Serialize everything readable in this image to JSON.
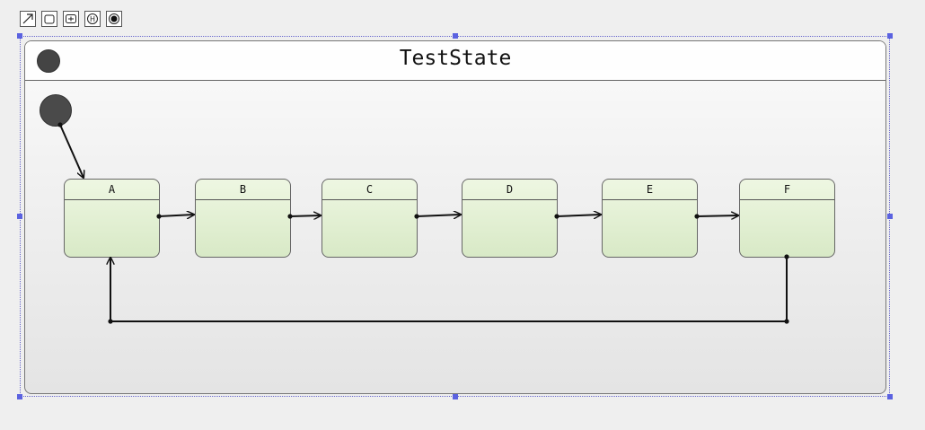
{
  "toolbar": {
    "tools": [
      {
        "icon": "transition-arrow-icon"
      },
      {
        "icon": "state-icon"
      },
      {
        "icon": "entry-exit-icon"
      },
      {
        "icon": "history-icon",
        "glyph": "H"
      },
      {
        "icon": "final-state-icon"
      }
    ]
  },
  "diagram": {
    "title": "TestState",
    "states": [
      "A",
      "B",
      "C",
      "D",
      "E",
      "F"
    ],
    "transitions": [
      {
        "from": "initial",
        "to": "A"
      },
      {
        "from": "A",
        "to": "B"
      },
      {
        "from": "B",
        "to": "C"
      },
      {
        "from": "C",
        "to": "D"
      },
      {
        "from": "D",
        "to": "E"
      },
      {
        "from": "E",
        "to": "F"
      },
      {
        "from": "F",
        "to": "A"
      }
    ]
  },
  "colors": {
    "selection": "#5b62e0",
    "state_fill_top": "#eef7e2",
    "state_fill_bottom": "#d8e9c6",
    "marker": "#444444"
  }
}
